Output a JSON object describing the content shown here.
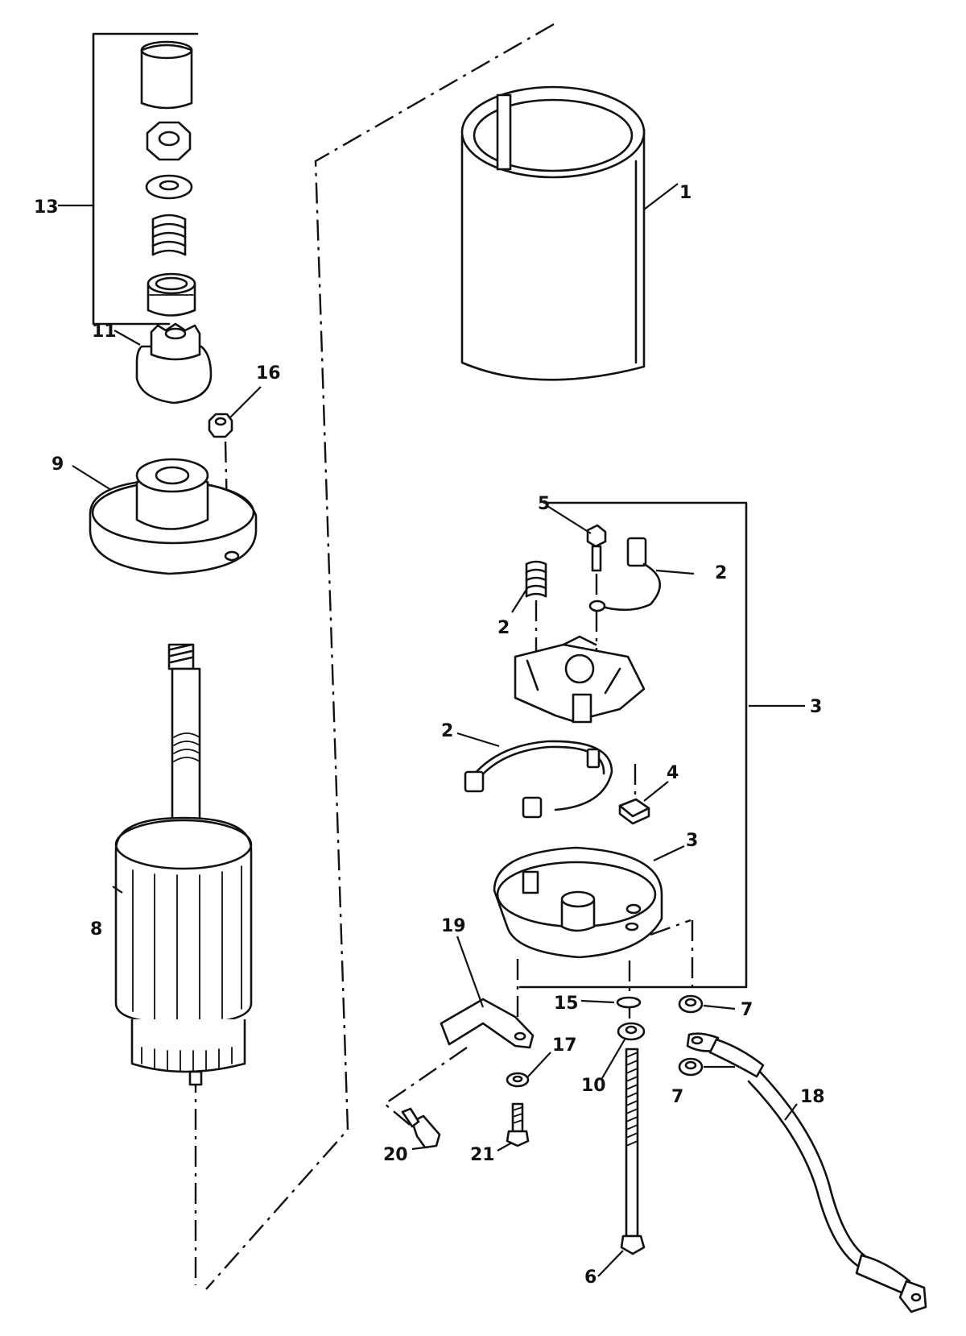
{
  "callouts": {
    "c1": "1",
    "c2a": "2",
    "c2b": "2",
    "c2c": "2",
    "c3a": "3",
    "c3b": "3",
    "c4": "4",
    "c5": "5",
    "c6": "6",
    "c7a": "7",
    "c7b": "7",
    "c8": "8",
    "c9": "9",
    "c10": "10",
    "c11": "11",
    "c13": "13",
    "c15": "15",
    "c16": "16",
    "c17": "17",
    "c18": "18",
    "c19": "19",
    "c20": "20",
    "c21": "21"
  }
}
